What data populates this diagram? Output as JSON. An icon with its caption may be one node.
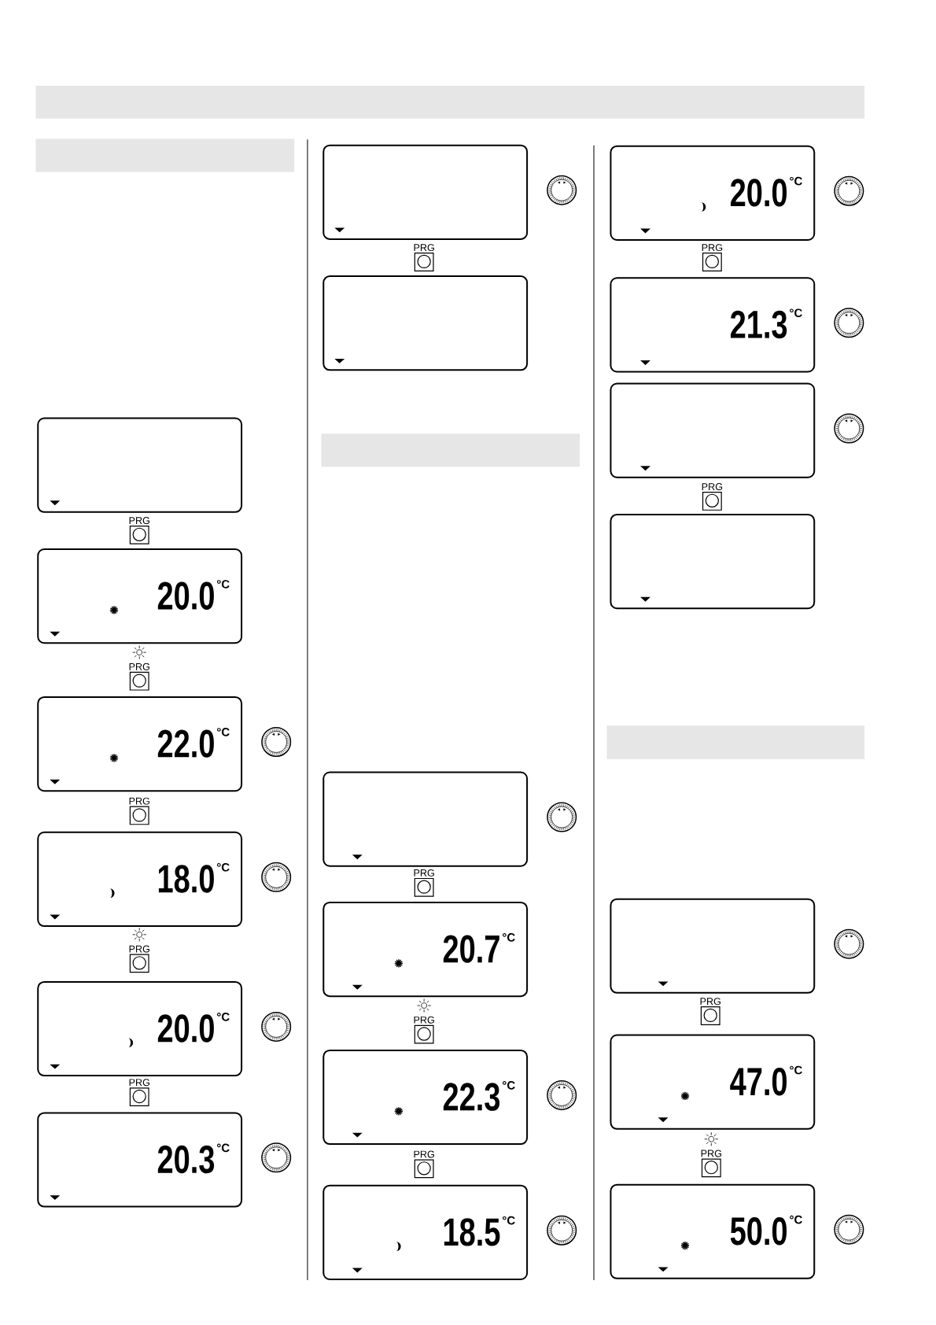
{
  "diagram": {
    "nodes": [
      {
        "text": [],
        "shape": "bar"
      },
      {
        "text": [],
        "shape": "bar"
      },
      {
        "text": [],
        "shape": "box"
      },
      {
        "text": [
          "PRG"
        ]
      },
      {
        "text": [
          "20.0",
          "°C"
        ]
      },
      {
        "text": [
          "PRG"
        ]
      },
      {
        "text": [
          "22.0",
          "°C"
        ]
      },
      {
        "text": [
          "PRG"
        ]
      },
      {
        "text": [
          "18.0",
          "°C"
        ]
      },
      {
        "text": [
          "PRG"
        ]
      },
      {
        "text": [
          "20.0",
          "°C"
        ]
      },
      {
        "text": [
          "PRG"
        ]
      },
      {
        "text": [
          "20.3",
          "°C"
        ]
      },
      {
        "text": [],
        "shape": "box"
      },
      {
        "text": [
          "PRG"
        ]
      },
      {
        "text": [],
        "shape": "box"
      },
      {
        "text": [],
        "shape": "bar"
      },
      {
        "text": [],
        "shape": "box"
      },
      {
        "text": [
          "PRG"
        ]
      },
      {
        "text": [
          "20.7",
          "°C"
        ]
      },
      {
        "text": [
          "PRG"
        ]
      },
      {
        "text": [
          "22.3",
          "°C"
        ]
      },
      {
        "text": [
          "PRG"
        ]
      },
      {
        "text": [
          "18.5",
          "°C"
        ]
      },
      {
        "text": [
          "20.0",
          "°C"
        ]
      },
      {
        "text": [
          "PRG"
        ]
      },
      {
        "text": [
          "21.3",
          "°C"
        ]
      },
      {
        "text": [],
        "shape": "box"
      },
      {
        "text": [
          "PRG"
        ]
      },
      {
        "text": [],
        "shape": "box"
      },
      {
        "text": [],
        "shape": "bar"
      },
      {
        "text": [],
        "shape": "box"
      },
      {
        "text": [
          "PRG"
        ]
      },
      {
        "text": [
          "47.0",
          "°C"
        ]
      },
      {
        "text": [
          "PRG"
        ]
      },
      {
        "text": [
          "50.0",
          "°C"
        ]
      }
    ]
  }
}
